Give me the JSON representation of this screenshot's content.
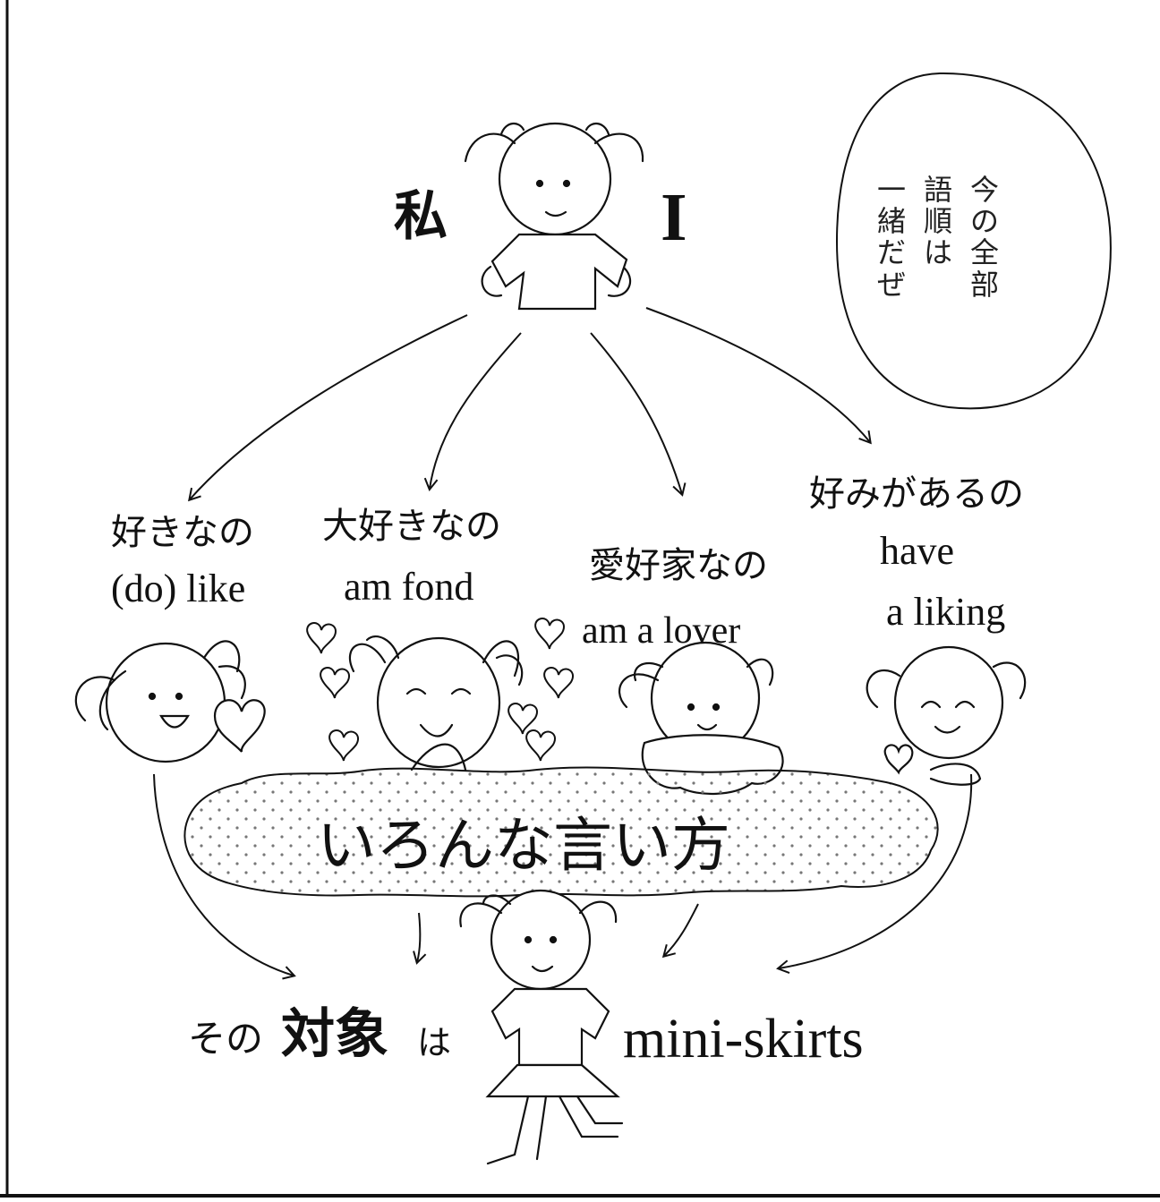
{
  "subject": {
    "jp": "私",
    "en": "I"
  },
  "speech_bubble": {
    "col1": "今の全部",
    "col2": "語順は",
    "col3": "一緒だぜ"
  },
  "verbs": [
    {
      "jp": "好きなの",
      "en": "(do) like"
    },
    {
      "jp": "大好きなの",
      "en": "am fond"
    },
    {
      "jp": "愛好家なの",
      "en": "am a lover"
    },
    {
      "jp": "好みがあるの",
      "en_line1": "have",
      "en_line2": "a liking"
    }
  ],
  "cloud_caption": "いろんな言い方",
  "object_line": {
    "prefix": "その",
    "bold": "対象",
    "particle": "は",
    "en": "mini-skirts"
  },
  "colors": {
    "ink": "#111111",
    "paper": "#ffffff",
    "dots": "#777777"
  }
}
